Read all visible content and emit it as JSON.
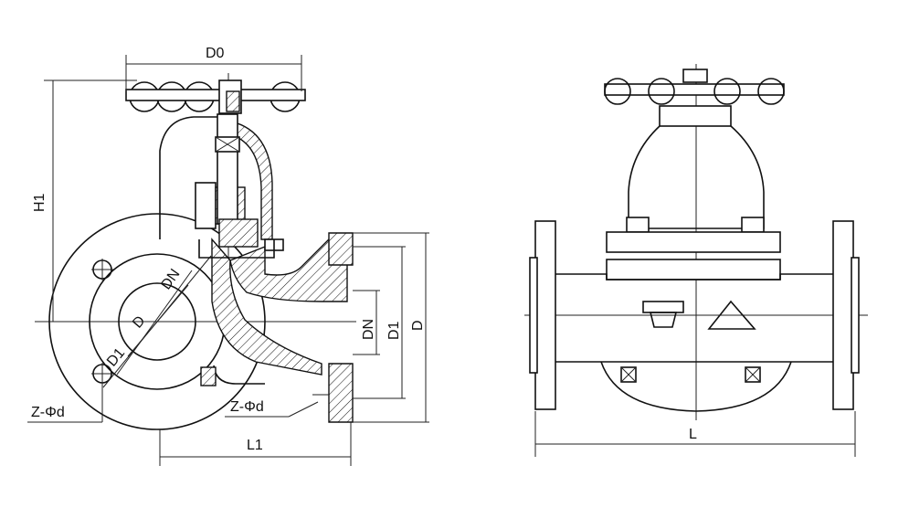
{
  "labels": {
    "d0": "D0",
    "h1": "H1",
    "dn_face": "DN",
    "d_face": "D",
    "d1_face": "D1",
    "bolt_left": "Z-Φd",
    "bolt_right": "Z-Φd",
    "l1": "L1",
    "dn_dim": "DN",
    "d1_dim": "D1",
    "d_dim": "D",
    "l": "L"
  },
  "colors": {
    "line": "#111111",
    "background": "#ffffff"
  }
}
